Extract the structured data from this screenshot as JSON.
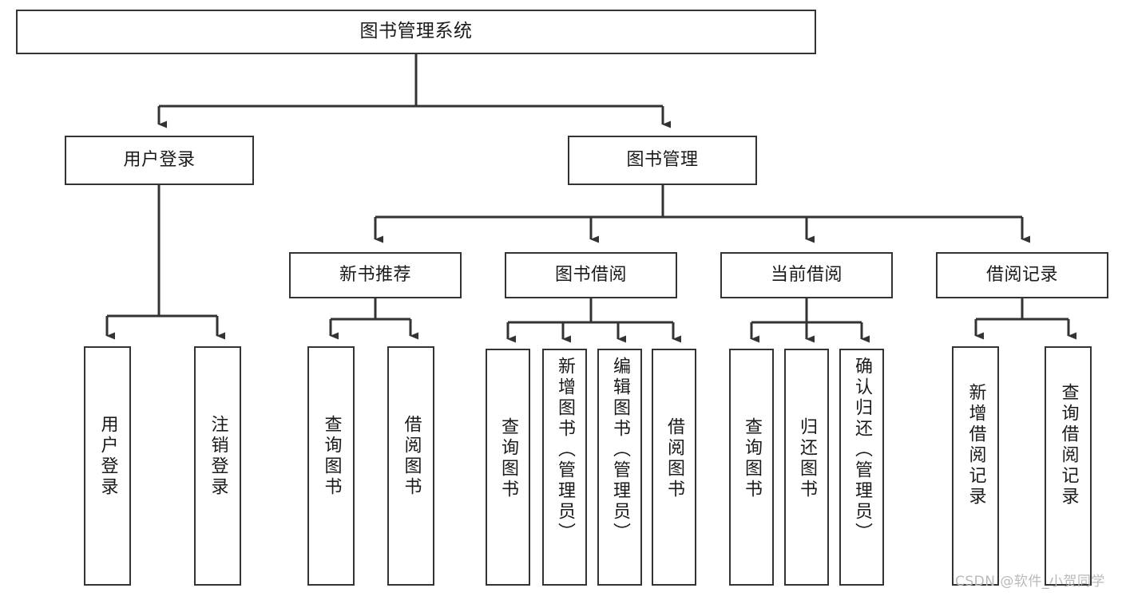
{
  "diagram": {
    "title": "图书管理系统",
    "type": "tree",
    "root": {
      "label": "图书管理系统"
    },
    "level2": [
      {
        "label": "用户登录"
      },
      {
        "label": "图书管理"
      }
    ],
    "level3": [
      {
        "label": "新书推荐"
      },
      {
        "label": "图书借阅"
      },
      {
        "label": "当前借阅"
      },
      {
        "label": "借阅记录"
      }
    ],
    "leaves": {
      "user_login": [
        {
          "label": "用户登录"
        },
        {
          "label": "注销登录"
        }
      ],
      "new_book_recommend": [
        {
          "label": "查询图书"
        },
        {
          "label": "借阅图书"
        }
      ],
      "book_borrow": [
        {
          "label": "查询图书"
        },
        {
          "label": "新增图书（管理员）"
        },
        {
          "label": "编辑图书（管理员）"
        },
        {
          "label": "借阅图书"
        }
      ],
      "current_borrow": [
        {
          "label": "查询图书"
        },
        {
          "label": "归还图书"
        },
        {
          "label": "确认归还（管理员）"
        }
      ],
      "borrow_record": [
        {
          "label": "新增借阅记录"
        },
        {
          "label": "查询借阅记录"
        }
      ]
    }
  },
  "watermark": {
    "text": "CSDN @软件_小贺同学"
  },
  "colors": {
    "stroke": "#333333",
    "text": "#1a1a1a",
    "background": "#ffffff",
    "watermark": "#b9b9b9"
  }
}
